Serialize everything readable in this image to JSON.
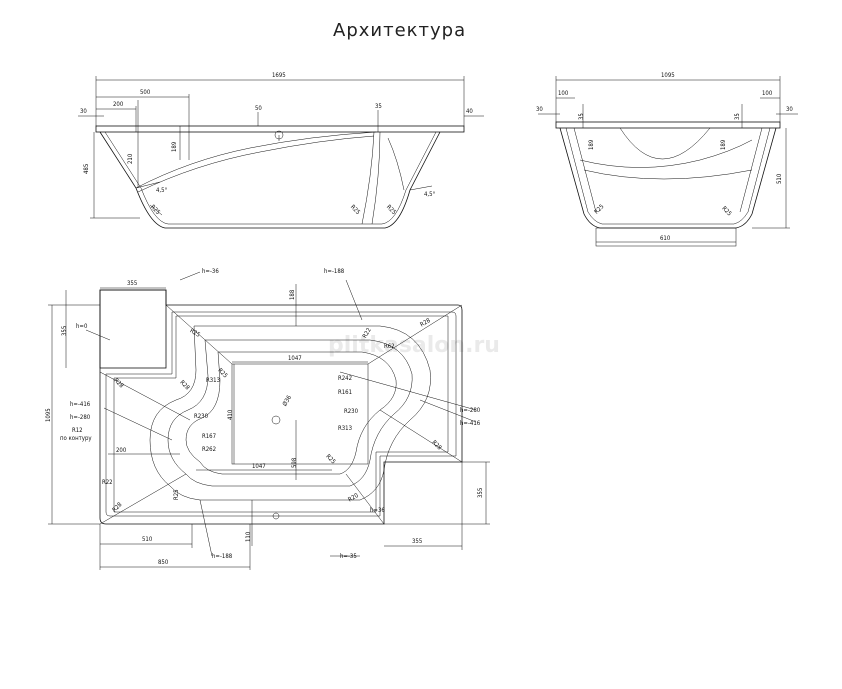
{
  "title": "Архитектура",
  "watermark": "plitkasalon.ru",
  "side_view": {
    "dims": {
      "overall": "1695",
      "d500": "500",
      "d200": "200",
      "d30": "30",
      "d50": "50",
      "d35": "35",
      "d40": "40",
      "d485": "485",
      "d210": "210",
      "d189": "189",
      "a1": "4,5°",
      "a2": "4,5°",
      "r1": "R25",
      "r2": "R25",
      "r3": "R25"
    }
  },
  "end_view": {
    "dims": {
      "overall": "1095",
      "d100l": "100",
      "d100r": "100",
      "d35l": "35",
      "d35r": "35",
      "d30l": "30",
      "d30r": "30",
      "d189": "189",
      "d510": "510",
      "d610": "610",
      "r1": "R25",
      "r2": "R25"
    }
  },
  "plan_view": {
    "dims": {
      "top355": "355",
      "h36": "h=-36",
      "h188": "h=-188",
      "d188": "188",
      "h0": "h=0",
      "d355l": "355",
      "r25a": "R25",
      "r28a": "R28",
      "r22": "R22",
      "d1047a": "1047",
      "r313a": "R313",
      "r230a": "R230",
      "r62": "R62",
      "r242": "R242",
      "r161": "R161",
      "r230b": "R230",
      "r313b": "R313",
      "d410": "410",
      "d36": "Ø36",
      "r167": "R167",
      "r262": "R262",
      "h416a": "h=-416",
      "h280a": "h=-280",
      "r12": "R12",
      "contour": "по контуру",
      "d200": "200",
      "d1047b": "1047",
      "d598": "598",
      "h280b": "h=-280",
      "h416b": "h=-416",
      "r28b": "R28",
      "r25b": "R25",
      "r25c": "R25",
      "r25d": "R25",
      "r28c": "R28",
      "r28d": "R28",
      "d1095": "1095",
      "d510": "510",
      "d850": "850",
      "h188b": "h=-188",
      "d110": "110",
      "h35": "h=-35",
      "d355b": "355",
      "d355r": "355",
      "r20": "R20",
      "h36b": "h=36"
    }
  }
}
